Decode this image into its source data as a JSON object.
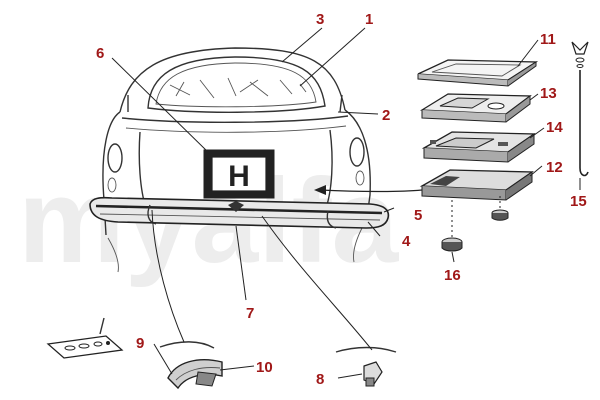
{
  "watermark": "myalfa",
  "colors": {
    "callout": "#a01818",
    "line": "#333333",
    "watermark": "#ededed"
  },
  "callouts": [
    {
      "id": "1",
      "label": "1"
    },
    {
      "id": "2",
      "label": "2"
    },
    {
      "id": "3",
      "label": "3"
    },
    {
      "id": "4",
      "label": "4"
    },
    {
      "id": "5",
      "label": "5"
    },
    {
      "id": "6",
      "label": "6"
    },
    {
      "id": "7",
      "label": "7"
    },
    {
      "id": "8",
      "label": "8"
    },
    {
      "id": "9",
      "label": "9"
    },
    {
      "id": "10",
      "label": "10"
    },
    {
      "id": "11",
      "label": "11"
    },
    {
      "id": "12",
      "label": "12"
    },
    {
      "id": "13",
      "label": "13"
    },
    {
      "id": "14",
      "label": "14"
    },
    {
      "id": "15",
      "label": "15"
    },
    {
      "id": "16",
      "label": "16"
    }
  ],
  "plate_letter": "H"
}
